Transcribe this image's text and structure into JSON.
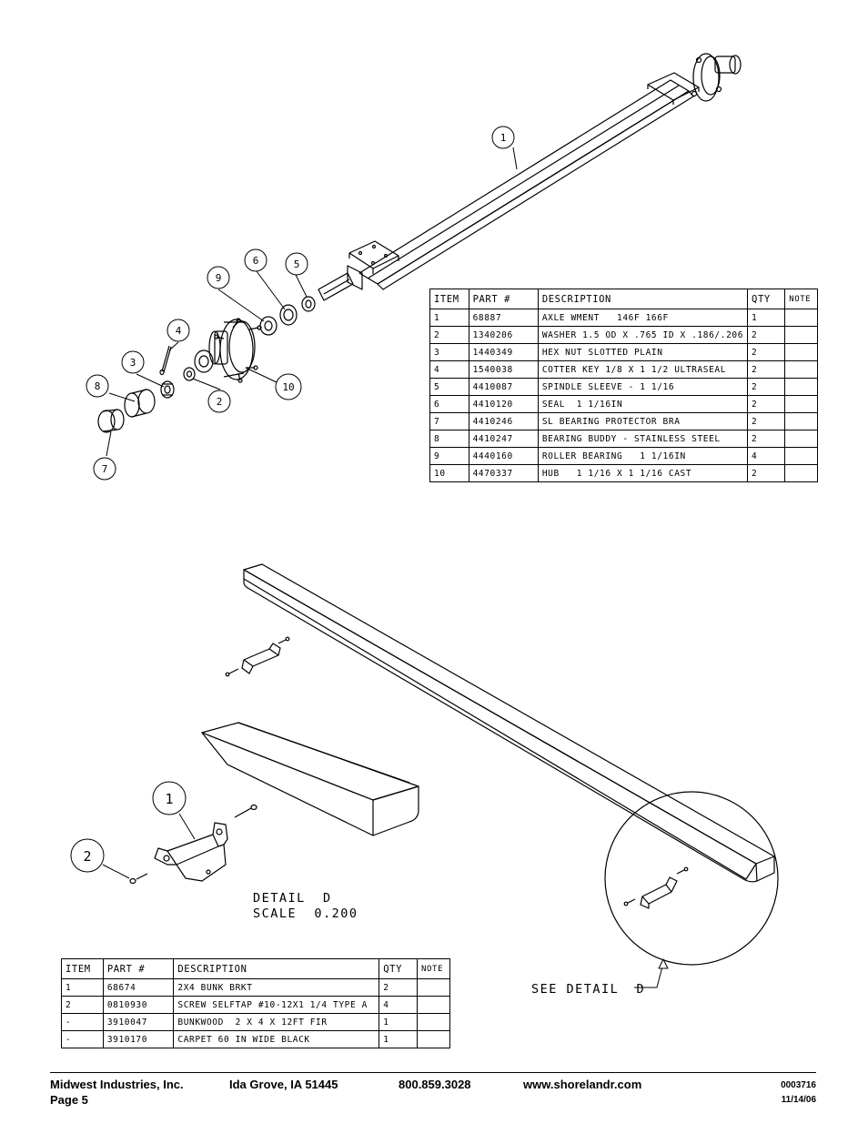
{
  "axle_figure": {
    "callouts": [
      "1",
      "2",
      "3",
      "4",
      "5",
      "6",
      "7",
      "8",
      "9",
      "10"
    ]
  },
  "axle_table": {
    "headers": [
      "ITEM",
      "PART #",
      "DESCRIPTION",
      "QTY",
      "NOTE"
    ],
    "rows": [
      [
        "1",
        "68887",
        "AXLE WMENT   146F 166F",
        "1",
        ""
      ],
      [
        "2",
        "1340206",
        "WASHER 1.5 OD X .765 ID X .186/.206",
        "2",
        ""
      ],
      [
        "3",
        "1440349",
        "HEX NUT SLOTTED PLAIN",
        "2",
        ""
      ],
      [
        "4",
        "1540038",
        "COTTER KEY 1/8 X 1 1/2 ULTRASEAL",
        "2",
        ""
      ],
      [
        "5",
        "4410087",
        "SPINDLE SLEEVE - 1 1/16",
        "2",
        ""
      ],
      [
        "6",
        "4410120",
        "SEAL  1 1/16IN",
        "2",
        ""
      ],
      [
        "7",
        "4410246",
        "SL BEARING PROTECTOR BRA",
        "2",
        ""
      ],
      [
        "8",
        "4410247",
        "BEARING BUDDY - STAINLESS STEEL",
        "2",
        ""
      ],
      [
        "9",
        "4440160",
        "ROLLER BEARING   1 1/16IN",
        "4",
        ""
      ],
      [
        "10",
        "4470337",
        "HUB   1 1/16 X 1 1/16 CAST",
        "2",
        ""
      ]
    ]
  },
  "bunk_figure": {
    "callouts": [
      "1",
      "2"
    ],
    "detail_title": "DETAIL  D",
    "detail_scale": "SCALE  0.200",
    "see_detail": "SEE DETAIL  D"
  },
  "bunk_table": {
    "headers": [
      "ITEM",
      "PART #",
      "DESCRIPTION",
      "QTY",
      "NOTE"
    ],
    "rows": [
      [
        "1",
        "68674",
        "2X4 BUNK BRKT",
        "2",
        ""
      ],
      [
        "2",
        "0810930",
        "SCREW SELFTAP #10-12X1 1/4 TYPE A",
        "4",
        ""
      ],
      [
        "-",
        "3910047",
        "BUNKWOOD  2 X 4 X 12FT FIR",
        "1",
        ""
      ],
      [
        "-",
        "3910170",
        "CARPET 60 IN WIDE BLACK",
        "1",
        ""
      ]
    ]
  },
  "footer": {
    "company": "Midwest Industries, Inc.",
    "page": "Page 5",
    "city": "Ida Grove, IA  51445",
    "phone": "800.859.3028",
    "website": "www.shorelandr.com",
    "doc_number": "0003716",
    "date": "11/14/06"
  }
}
